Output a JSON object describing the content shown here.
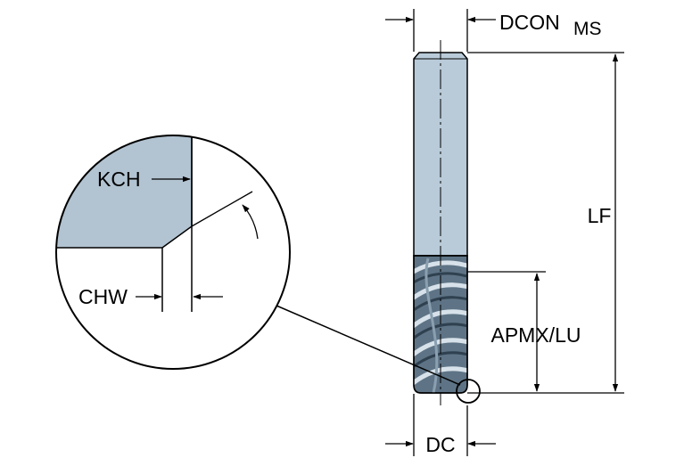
{
  "labels": {
    "dcon": "DCON",
    "dcon_sub": "MS",
    "lf": "LF",
    "apmx_lu": "APMX/LU",
    "dc": "DC",
    "kch": "KCH",
    "chw": "CHW"
  },
  "colors": {
    "shank": "#b9cbd9",
    "cutting_part": "#5e7486",
    "chamfer_fill": "#b2c3d1",
    "outline": "#000000",
    "background": "#ffffff"
  }
}
